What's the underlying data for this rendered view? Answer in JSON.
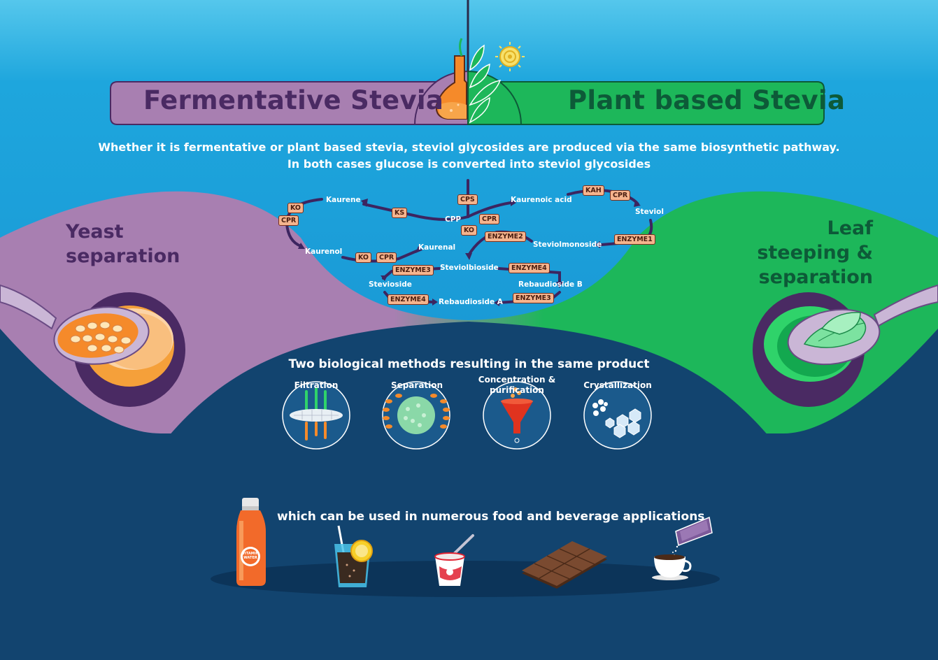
{
  "header": {
    "left_title": "Fermentative Stevia",
    "right_title": "Plant based Stevia"
  },
  "intro": {
    "line1": "Whether it is fermentative or plant based stevia, steviol glycosides are produced via the same biosynthetic pathway.",
    "line2": "In both cases glucose is converted into steviol glycosides"
  },
  "sides": {
    "left": "Yeast separation",
    "right": "Leaf steeping & separation"
  },
  "pathway": {
    "compounds": {
      "kaurene": "Kaurene",
      "cpp": "CPP",
      "kaurenoic_acid": "Kaurenoic acid",
      "steviol": "Steviol",
      "kaurenol": "Kaurenol",
      "kaurenal": "Kaurenal",
      "steviolmonoside": "Steviolmonoside",
      "steviolbioside": "Steviolbioside",
      "stevioside": "Stevioside",
      "rebaudioside_b": "Rebaudioside B",
      "rebaudioside_a": "Rebaudioside A"
    },
    "enzymes": {
      "cps": "CPS",
      "ks": "KS",
      "ko_top": "KO",
      "cpr_left": "CPR",
      "ko_bottom": "KO",
      "cpr_bottom": "CPR",
      "cpr_mid": "CPR",
      "ko_mid": "KO",
      "kah": "KAH",
      "cpr_right": "CPR",
      "enzyme2": "ENZYME2",
      "enzyme1": "ENZYME1",
      "enzyme3_left": "ENZYME3",
      "enzyme4_right": "ENZYME4",
      "enzyme4_left": "ENZYME4",
      "enzyme3_right": "ENZYME3"
    }
  },
  "methods": {
    "title": "Two biological methods resulting in the same product",
    "items": [
      {
        "label": "Filtration",
        "icon": "filter-icon"
      },
      {
        "label": "Separation",
        "icon": "separation-icon"
      },
      {
        "label": "Concentration & purification",
        "icon": "funnel-icon"
      },
      {
        "label": "Crystallization",
        "icon": "crystal-icon"
      }
    ]
  },
  "applications": {
    "title": "which can be used in numerous food and beverage applications",
    "bottle_label": "VITAMIN WATER",
    "items": [
      "bottle-icon",
      "soft-drink-icon",
      "yogurt-icon",
      "chocolate-icon",
      "coffee-icon"
    ]
  },
  "colors": {
    "sky_top": "#4cc3ea",
    "sky": "#1aa0da",
    "navy": "#12446f",
    "purple": "#a87fb1",
    "green": "#1db75a",
    "dark_purple": "#4a2a63",
    "dark_green": "#0d5a38",
    "enzyme_fill": "#f5b48e"
  }
}
